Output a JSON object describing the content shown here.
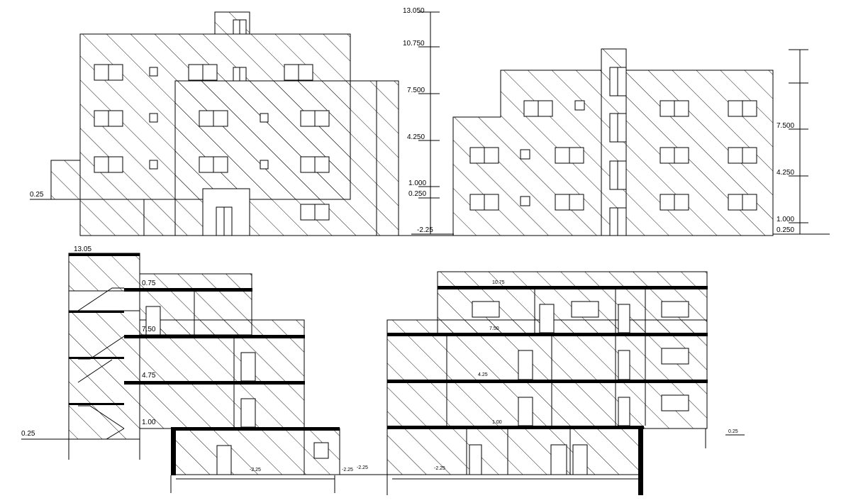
{
  "front_elevation": {
    "levels": [
      "13.050",
      "10.750",
      "7.500",
      "4.250",
      "1.000",
      "0.250",
      "-2.25"
    ],
    "ground_label": "0.25"
  },
  "side_elevation": {
    "levels": [
      "7.500",
      "4.250",
      "1.000",
      "0.250"
    ]
  },
  "section_a": {
    "levels": [
      "13.05",
      "0.75",
      "7.50",
      "4.75",
      "1.00"
    ],
    "ground_label": "0.25",
    "basement_label": "-2.25",
    "step_labels": [
      "-2.25",
      "-2.25"
    ]
  },
  "section_b": {
    "levels": [
      "10.75",
      "7.50",
      "4.25",
      "1.00"
    ],
    "ground_label": "0.25",
    "basement_label": "-2.25"
  }
}
